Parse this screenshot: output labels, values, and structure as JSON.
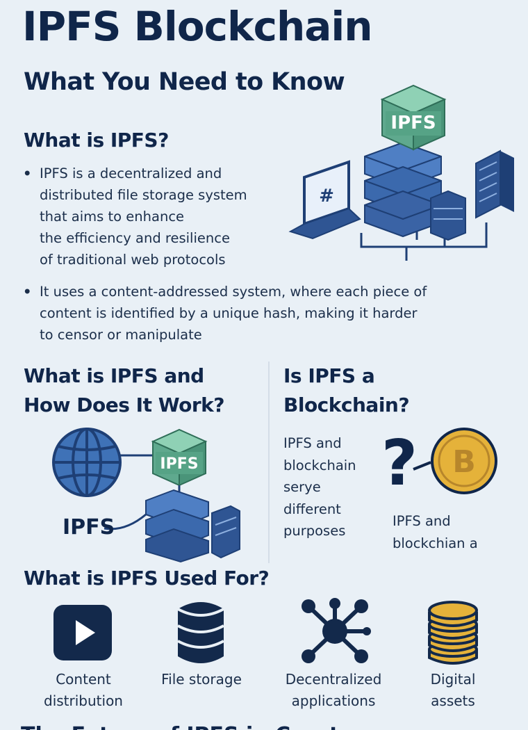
{
  "header": {
    "title": "IPFS Blockchain",
    "subtitle": "What You Need to Know"
  },
  "what_is": {
    "heading": "What is IPFS?",
    "bullets": [
      "IPFS is a decentralized and\ndistributed file storage system\nthat aims to enhance\nthe efficiency and resilience\nof traditional web protocols",
      "It uses a content-addressed system, where each piece of\ncontent is identified by a unique hash, making it harder\nto censor or manipulate"
    ],
    "hero_cube_label": "IPFS",
    "laptop_symbol": "#"
  },
  "how_it_works": {
    "heading": "What is IPFS and\nHow Does It Work?",
    "cube_label": "IPFS",
    "globe_label": "IPFS"
  },
  "is_blockchain": {
    "heading": "Is IPFS a\nBlockchain?",
    "text_left": "IPFS and\nblockchain\nserye\ndifferent\npurposes",
    "text_right": "IPFS and\nblockchian a",
    "coin_symbol": "B"
  },
  "uses": {
    "heading": "What is IPFS Used For?",
    "items": [
      {
        "label": "Content\ndistribution",
        "icon": "play-icon"
      },
      {
        "label": "File storage",
        "icon": "database-icon"
      },
      {
        "label": "Decentralized\napplications",
        "icon": "network-icon"
      },
      {
        "label": "Digital\nassets",
        "icon": "coin-stack-icon"
      }
    ]
  },
  "footer": {
    "partial_heading": "The Future of IPFS in Crypto"
  },
  "colors": {
    "background": "#e9f0f6",
    "navy": "#10264a",
    "blue": "#3f6fb8",
    "green_cube": "#5fa98e",
    "gold": "#e5b23a"
  }
}
